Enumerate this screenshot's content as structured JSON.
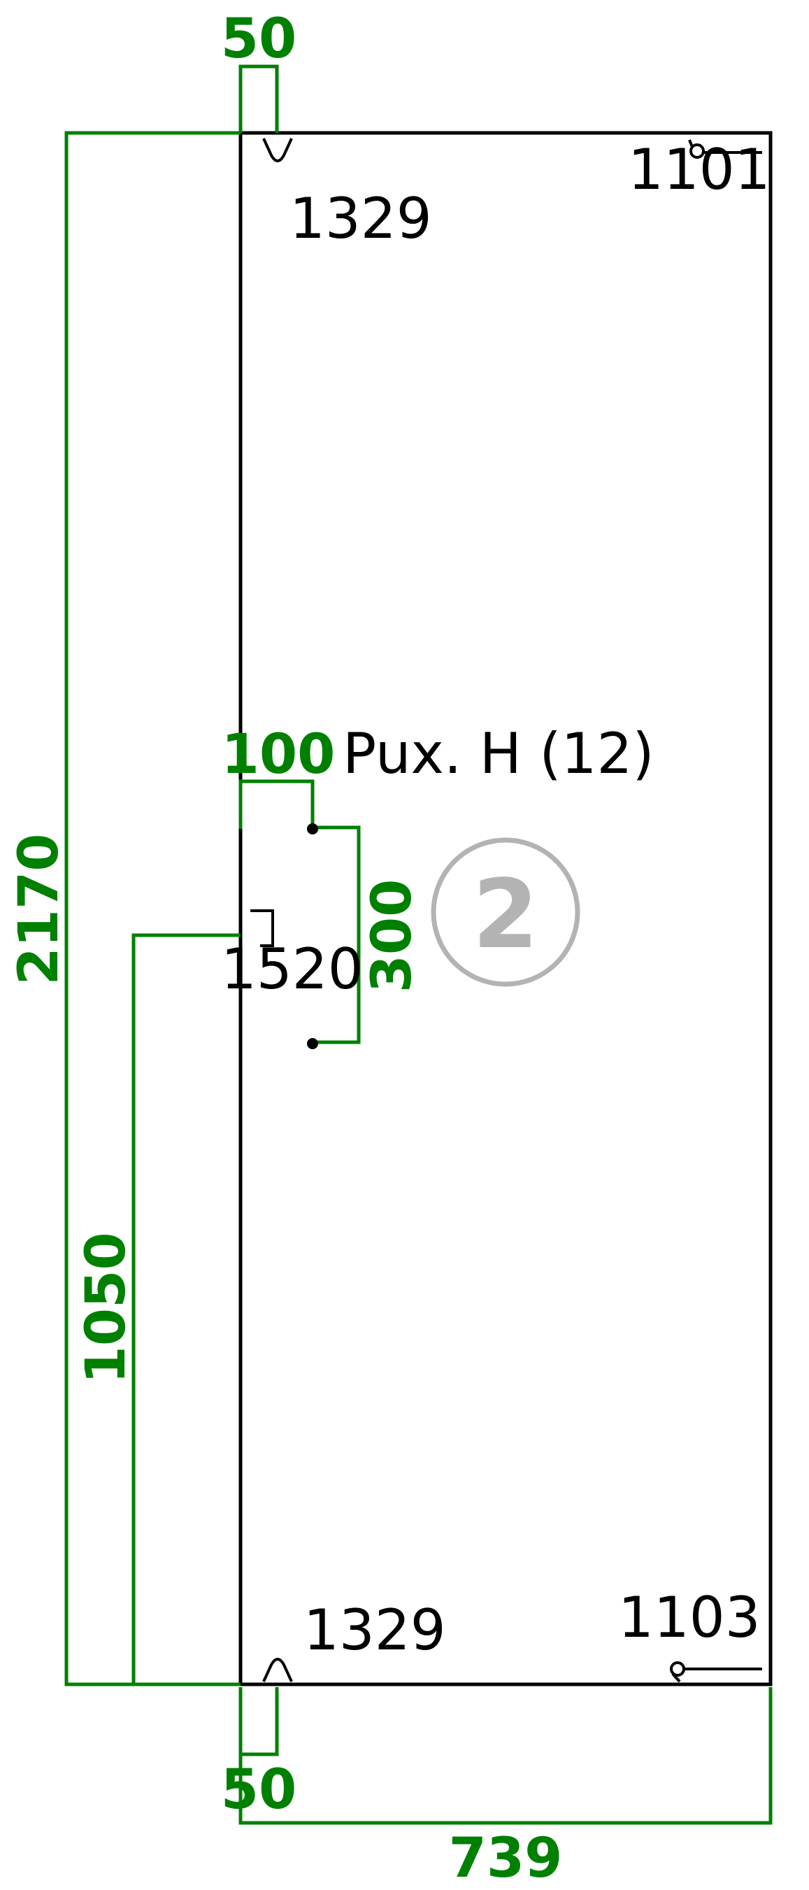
{
  "drawing": {
    "colors": {
      "dimension": "#008000",
      "outline": "#000000",
      "badge": "#b3b3b3"
    },
    "dimensions": {
      "top_offset": "50",
      "bottom_offset": "50",
      "total_height": "2170",
      "hinge_height": "1050",
      "handle_inset": "100",
      "handle_spacing": "300",
      "total_width": "739"
    },
    "hardware_labels": {
      "top_hinge_code": "1329",
      "top_right_code": "1101",
      "handle_code": "1520",
      "bottom_hinge_code": "1329",
      "bottom_right_code": "1103"
    },
    "handle_note": "Pux. H (12)",
    "part_number": "2"
  }
}
